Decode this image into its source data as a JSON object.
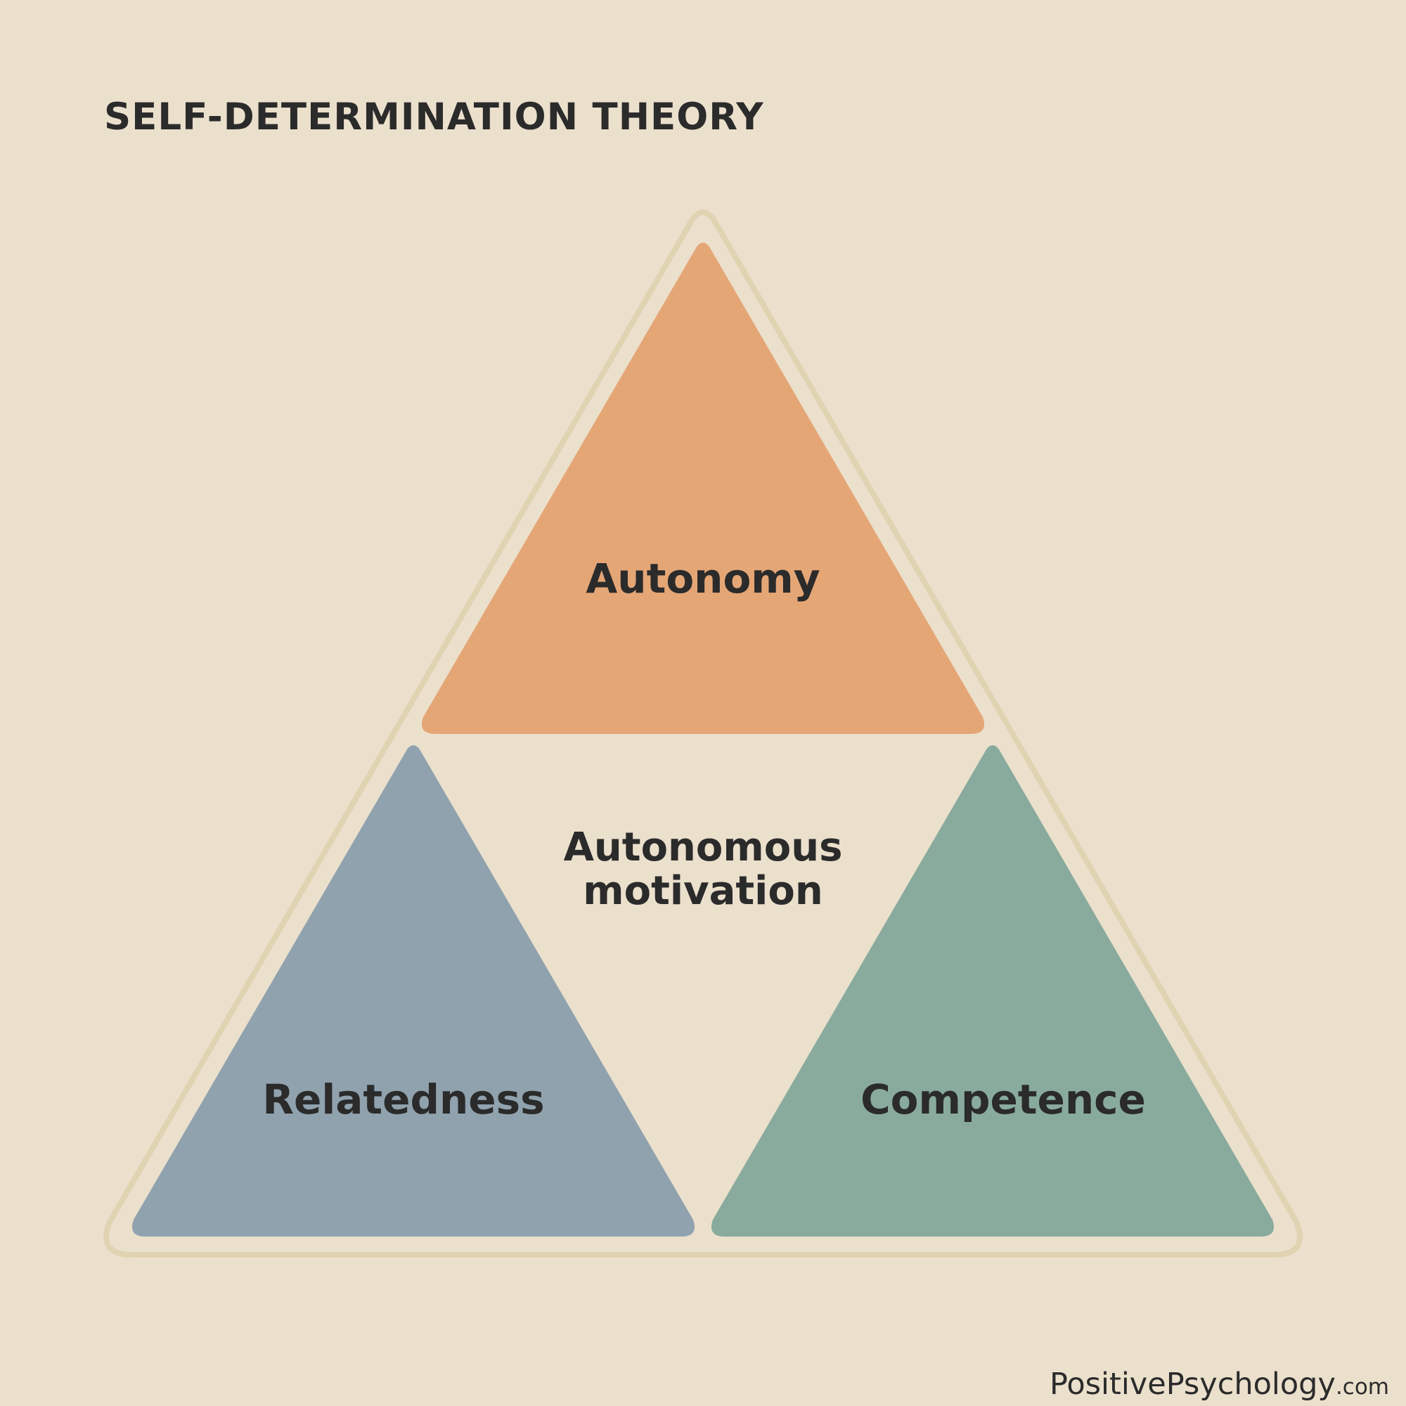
{
  "title": "SELF-DETERMINATION THEORY",
  "colors": {
    "background": "#ebe0cc",
    "outline": "#e0d3b2",
    "autonomy": "#e5a676",
    "relatedness": "#90a2ae",
    "competence": "#89ab9d",
    "text": "#2b2b2b"
  },
  "diagram": {
    "top_label": "Autonomy",
    "left_label": "Relatedness",
    "right_label": "Competence",
    "center_label_line1": "Autonomous",
    "center_label_line2": "motivation"
  },
  "brand": {
    "name": "PositivePsychology",
    "suffix": ".com"
  }
}
